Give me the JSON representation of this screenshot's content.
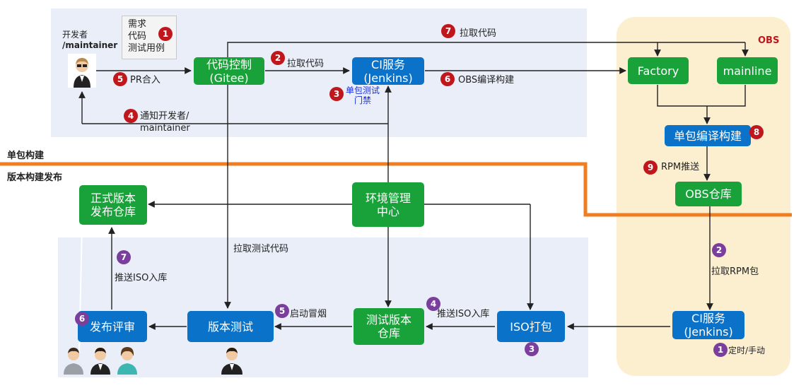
{
  "developer": {
    "label_line1": "开发者",
    "label_line2": "/maintainer"
  },
  "requirements": {
    "line1": "需求",
    "line2": "代码",
    "line3": "测试用例"
  },
  "sections": {
    "single_build": "单包构建",
    "release_build": "版本构建发布",
    "obs": "OBS"
  },
  "boxes": {
    "code_control": [
      "代码控制",
      "(Gitee)"
    ],
    "ci_top": [
      "CI服务",
      "(Jenkins)"
    ],
    "factory": "Factory",
    "mainline": "mainline",
    "single_compile": "单包编译构建",
    "obs_repo": "OBS仓库",
    "release_repo": [
      "正式版本",
      "发布仓库"
    ],
    "env_center": [
      "环境管理",
      "中心"
    ],
    "review": "发布评审",
    "version_test": "版本测试",
    "test_repo": [
      "测试版本",
      "仓库"
    ],
    "iso": "ISO打包",
    "ci_bottom": [
      "CI服务",
      "(Jenkins)"
    ]
  },
  "edge_labels": {
    "pull_code_1": "拉取代码",
    "pull_code_7": "拉取代码",
    "pr_merge": "PR合入",
    "obs_compile": "OBS编译构建",
    "gate": [
      "单包测试",
      "门禁"
    ],
    "notify": [
      "通知开发者/",
      "maintainer"
    ],
    "rpm_push": "RPM推送",
    "pull_test_code": "拉取测试代码",
    "push_iso_7": "推送ISO入库",
    "smoke": "启动冒烟",
    "push_iso_4": "推送ISO入库",
    "pull_rpm": "拉取RPM包",
    "timer": "定时/手动"
  },
  "badges_red": [
    "1",
    "2",
    "3",
    "4",
    "5",
    "6",
    "7",
    "8",
    "9"
  ],
  "badges_purple": [
    "1",
    "2",
    "3",
    "4",
    "5",
    "6",
    "7"
  ],
  "colors": {
    "green": "#1aa23a",
    "blue": "#0a72c9",
    "red_badge": "#c0171d",
    "purple_badge": "#7a3e9c",
    "orange_line": "#ef7d22",
    "panel": "#e9eef8",
    "obs_panel": "#fcefd0"
  }
}
